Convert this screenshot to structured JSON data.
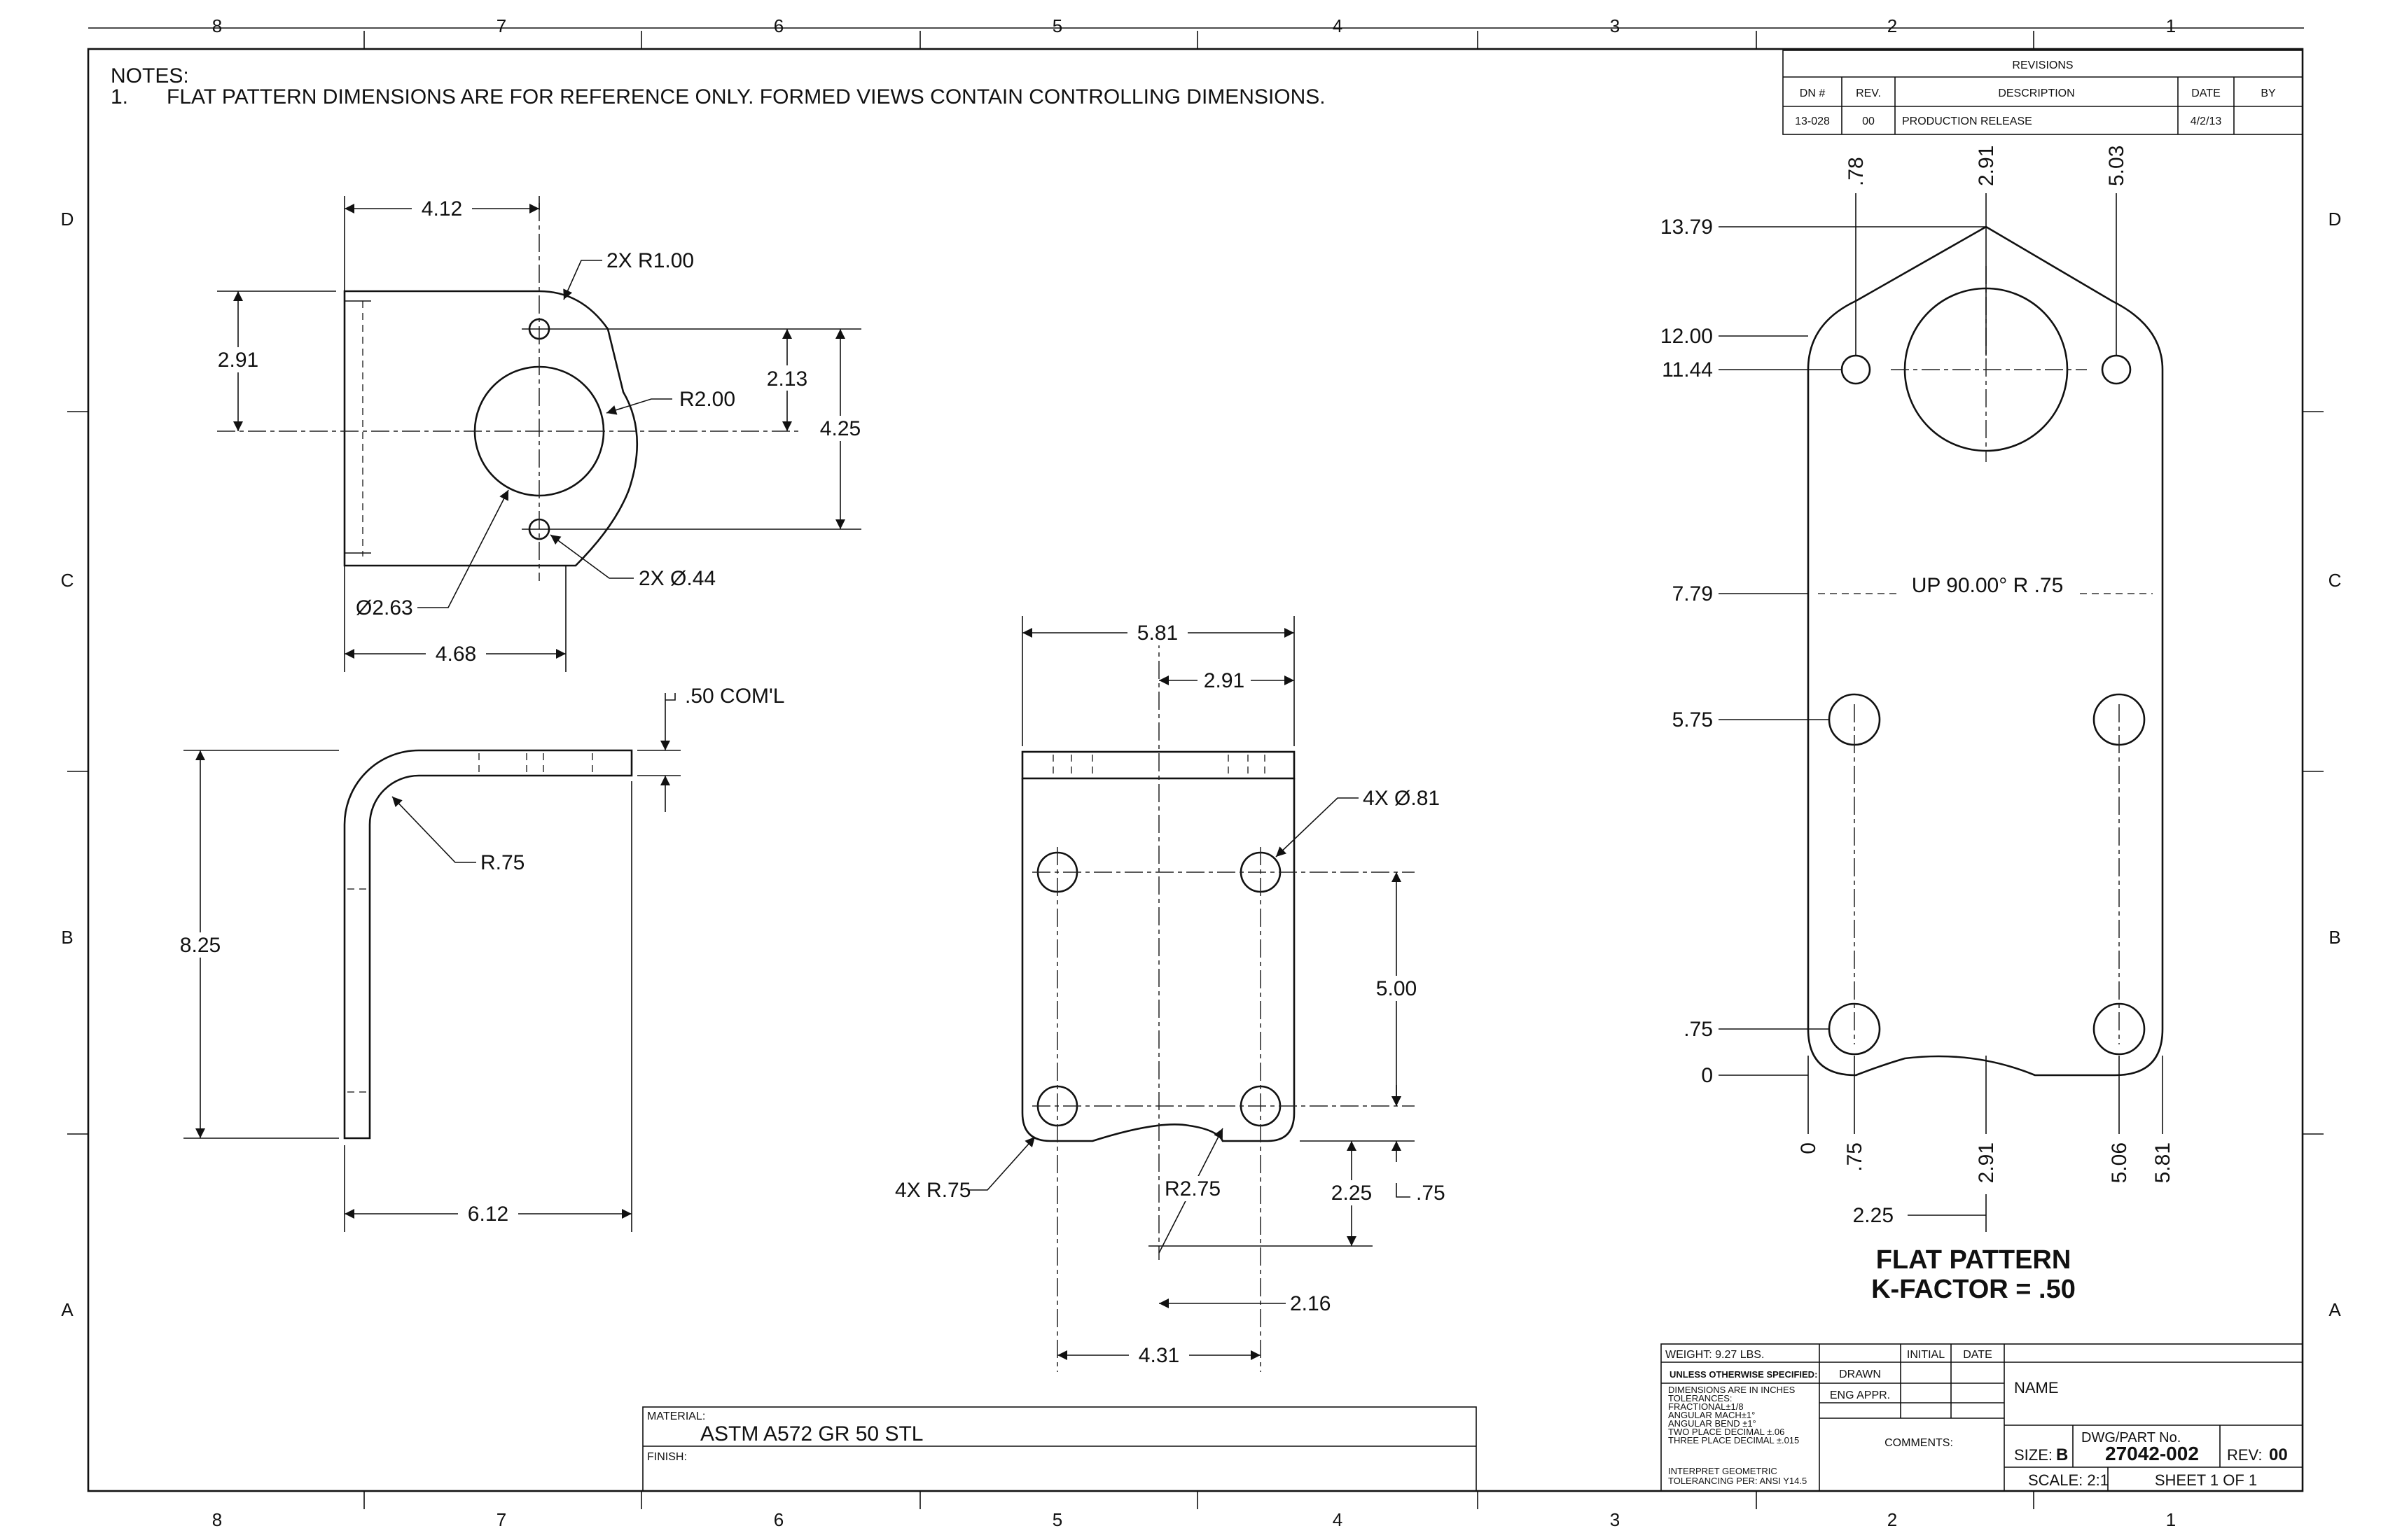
{
  "border": {
    "columns": [
      "8",
      "7",
      "6",
      "5",
      "4",
      "3",
      "2",
      "1"
    ],
    "rows": [
      "D",
      "C",
      "B",
      "A"
    ]
  },
  "notes": {
    "heading": "NOTES:",
    "items": [
      {
        "num": "1.",
        "text": "FLAT PATTERN DIMENSIONS ARE FOR REFERENCE ONLY. FORMED VIEWS CONTAIN CONTROLLING DIMENSIONS."
      }
    ]
  },
  "revisions": {
    "title": "REVISIONS",
    "headers": [
      "DN #",
      "REV.",
      "DESCRIPTION",
      "DATE",
      "BY"
    ],
    "rows": [
      [
        "13-028",
        "00",
        "PRODUCTION RELEASE",
        "4/2/13",
        ""
      ]
    ]
  },
  "top_view": {
    "d_width_top": "4.12",
    "d_corner_radius": "2X R1.00",
    "d_height_left": "2.91",
    "d_hole_spacing": "2.13",
    "d_big_radius": "R2.00",
    "d_overall_height": "4.25",
    "d_small_holes": "2X Ø.44",
    "d_big_hole": "Ø2.63",
    "d_width_bottom": "4.68"
  },
  "side_view": {
    "d_thickness": ".50 COM'L",
    "d_bend_radius": "R.75",
    "d_height": "8.25",
    "d_leg": "6.12"
  },
  "front_view": {
    "d_width": "5.81",
    "d_half_width": "2.91",
    "d_holes": "4X Ø.81",
    "d_hole_vertical": "5.00",
    "d_corner_radius": "4X R.75",
    "d_cutout_radius": "R2.75",
    "d_cutout_depth": "2.25",
    "d_hole_edge": ".75",
    "d_center_offset": "2.16",
    "d_hole_horizontal": "4.31"
  },
  "flat_pattern": {
    "title": "FLAT PATTERN",
    "k_factor": "K-FACTOR = .50",
    "bend_note": "UP  90.00°  R .75",
    "y_ordinates": [
      "13.79",
      "12.00",
      "11.44",
      "7.79",
      "5.75",
      ".75",
      "0"
    ],
    "top_ordinates": [
      ".78",
      "2.91",
      "5.03"
    ],
    "bottom_ordinates": [
      "0",
      ".75",
      "2.91",
      "5.06",
      "5.81"
    ],
    "d_cutout": "2.25"
  },
  "title_block": {
    "material_label": "MATERIAL:",
    "material": "ASTM A572 GR 50 STL",
    "finish_label": "FINISH:",
    "weight": "WEIGHT:  9.27  LBS.",
    "unless_specified": "UNLESS OTHERWISE SPECIFIED:",
    "tolerances": [
      "DIMENSIONS ARE IN INCHES",
      "TOLERANCES:",
      "FRACTIONAL±1/8",
      "ANGULAR MACH±1°",
      "ANGULAR BEND ±1°",
      "TWO PLACE DECIMAL    ±.06",
      "THREE PLACE DECIMAL  ±.015"
    ],
    "interpret": [
      "INTERPRET GEOMETRIC",
      "TOLERANCING PER: ANSI Y14.5"
    ],
    "initial_header": "INITIAL",
    "date_header": "DATE",
    "drawn": "DRAWN",
    "eng_appr": "ENG APPR.",
    "comments": "COMMENTS:",
    "name_label": "NAME",
    "size_label": "SIZE:",
    "size": "B",
    "dwg_label": "DWG/PART No.",
    "part_number": "27042-002",
    "rev_label": "REV:",
    "rev": "00",
    "scale": "SCALE: 2:1",
    "sheet": "SHEET 1 OF 1"
  }
}
